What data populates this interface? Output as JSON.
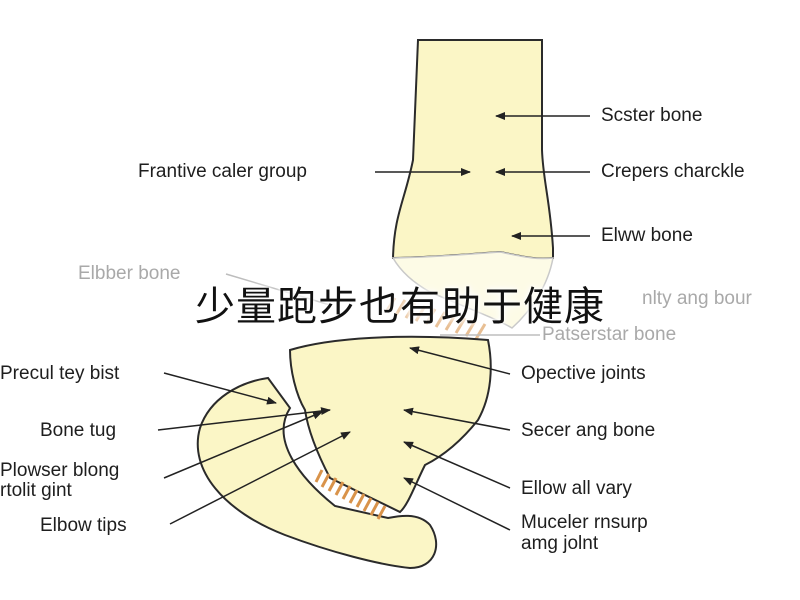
{
  "diagram": {
    "banner_text": "少量跑步也有助于健康",
    "labels_right": [
      "Scster bone",
      "Crepers charckle",
      "Elww bone",
      "Opective joints",
      "Secer ang bone",
      "Ellow all vary",
      "Muceler rnsurp",
      "amg jolnt"
    ],
    "labels_left": [
      "Frantive caler group",
      "Precul tey bist",
      "Bone tug",
      "Plowser blong",
      "rtolit gint",
      "Elbow tips"
    ],
    "labels_faded": [
      "Elbber bone",
      "nlty ang bour",
      "Patserstar bone"
    ],
    "colors": {
      "bone_fill": "#fbf6c6",
      "bone_outline": "#2b2b2b",
      "cartilage": "#d9934a",
      "label_text": "#1e1e1e",
      "faded_text": "#a9a9a9",
      "background": "#ffffff"
    }
  }
}
